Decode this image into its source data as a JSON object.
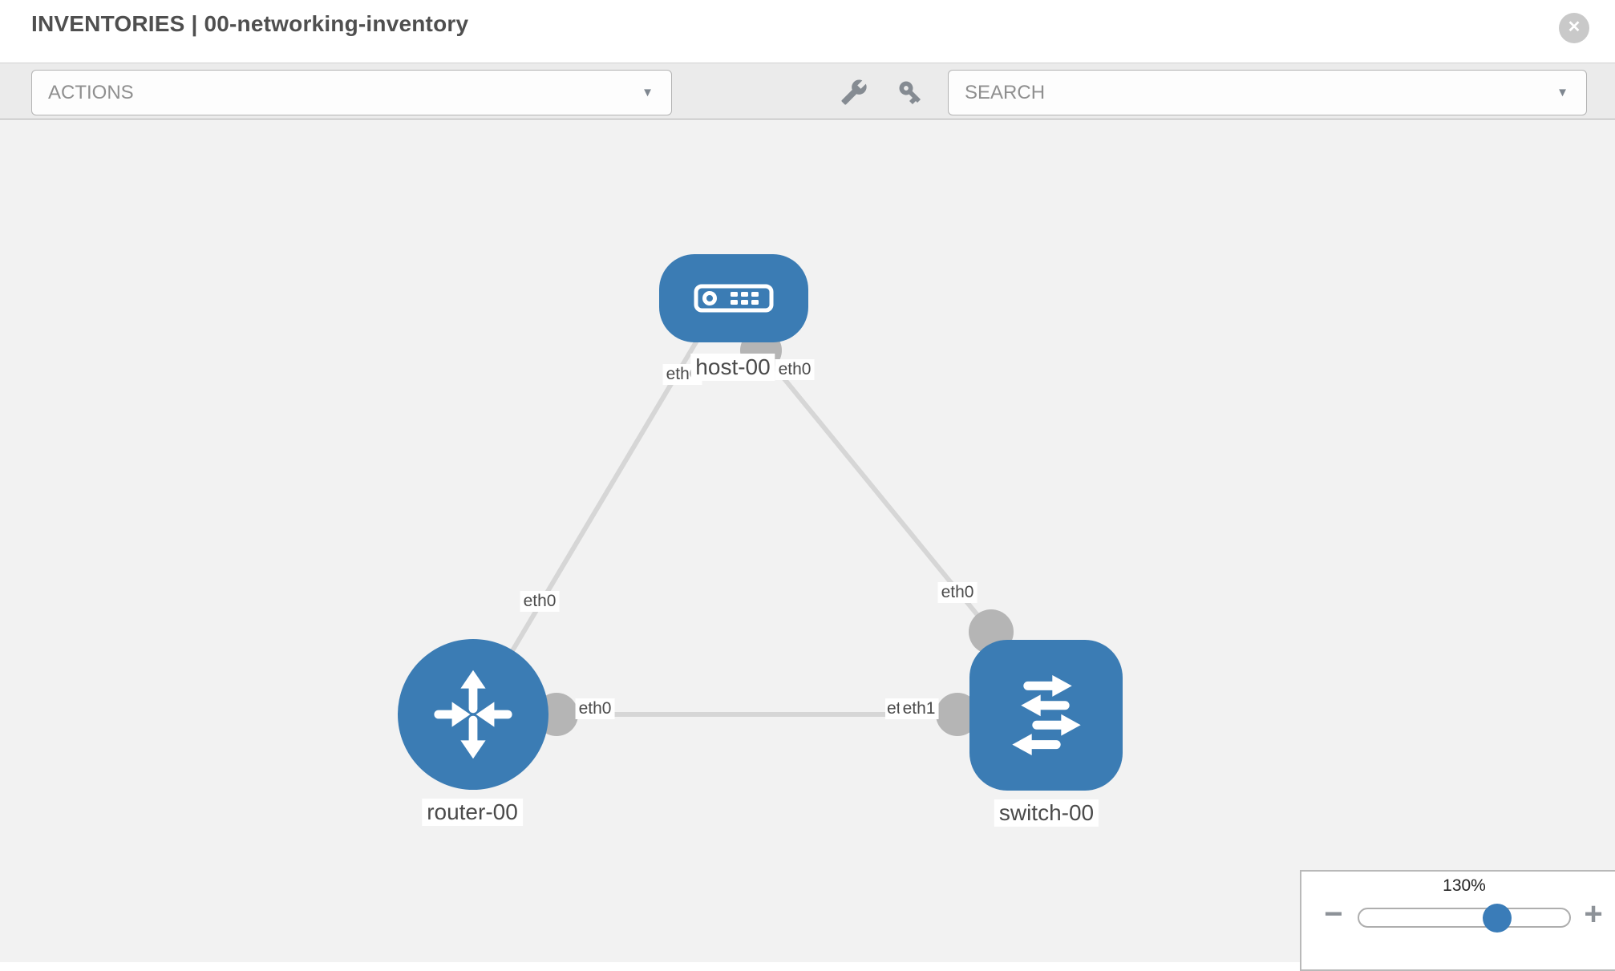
{
  "header": {
    "title": "INVENTORIES | 00-networking-inventory"
  },
  "toolbar": {
    "actions_label": "ACTIONS",
    "search_label": "SEARCH",
    "icons": [
      "wrench-icon",
      "key-icon"
    ]
  },
  "glyphs": {
    "close": "✕",
    "caret": "▼",
    "minus": "−",
    "plus": "+"
  },
  "topology": {
    "nodes": [
      {
        "id": "host-00",
        "type": "host",
        "label": "host-00",
        "icon": "host-icon"
      },
      {
        "id": "router-00",
        "type": "router",
        "label": "router-00",
        "icon": "router-icon"
      },
      {
        "id": "switch-00",
        "type": "switch",
        "label": "switch-00",
        "icon": "switch-icon"
      }
    ],
    "links": [
      {
        "from": "host-00",
        "to": "router-00"
      },
      {
        "from": "host-00",
        "to": "switch-00"
      },
      {
        "from": "router-00",
        "to": "switch-00"
      }
    ],
    "interfaces": [
      {
        "label": "eth0",
        "at": "host-left"
      },
      {
        "label": "eth0",
        "at": "host-right"
      },
      {
        "label": "eth0",
        "at": "router-top"
      },
      {
        "label": "eth0",
        "at": "router-link-right"
      },
      {
        "label": "eth0",
        "at": "switch-top"
      },
      {
        "label": "eth0",
        "at": "switch-left-rear-clipped"
      },
      {
        "label": "eth1",
        "at": "switch-left"
      }
    ]
  },
  "zoom": {
    "level_label": "130%",
    "percent": 130
  },
  "colors": {
    "node_blue": "#3b7cb4",
    "link_gray": "#d6d6d6",
    "interface_gray": "#b5b5b5",
    "canvas_bg": "#f2f2f2",
    "toolbar_bg": "#ebebeb",
    "label_text": "#4a4a4a"
  }
}
